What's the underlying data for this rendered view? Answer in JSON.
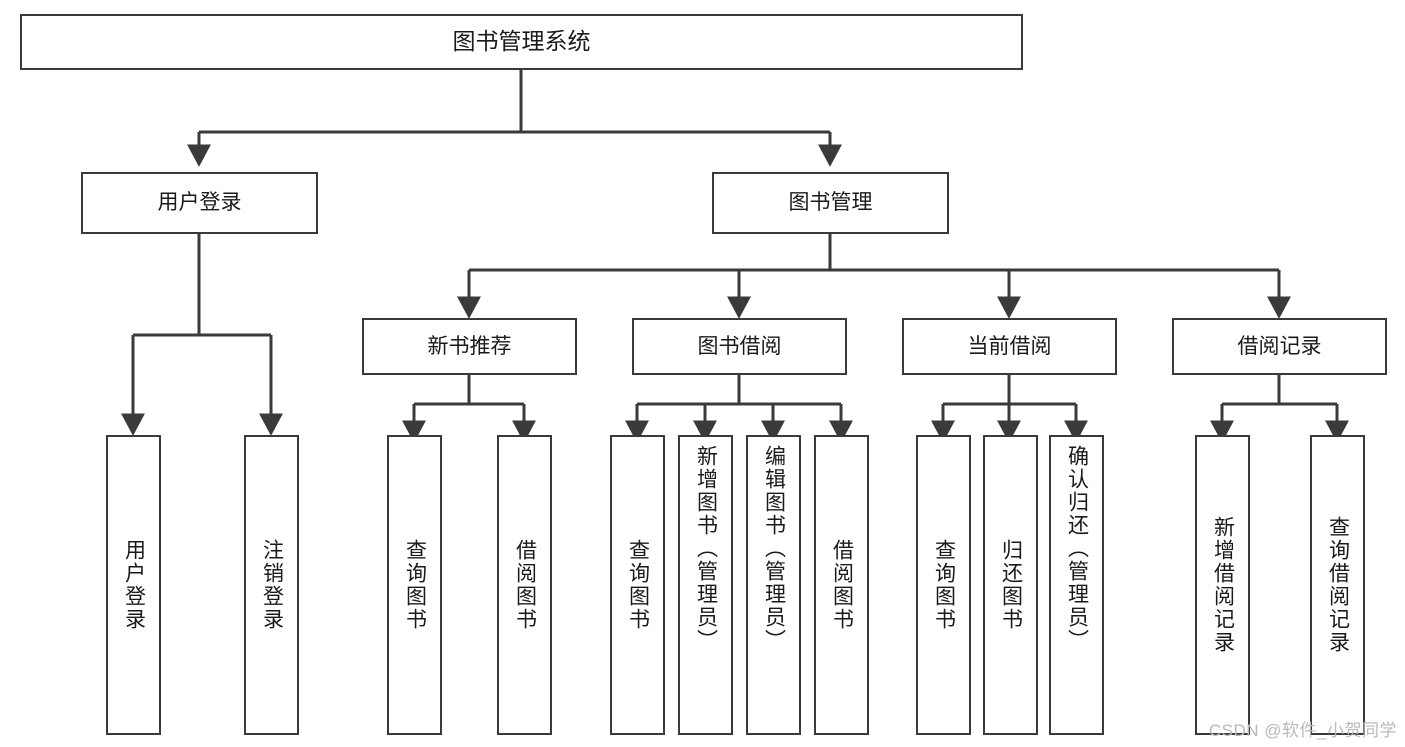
{
  "diagram": {
    "title": "图书管理系统",
    "type": "functional-structure-tree",
    "stroke_color": "#3a3a3a",
    "background_color": "#ffffff",
    "text_color": "#1a1a1a"
  },
  "nodes": {
    "root": {
      "label": "图书管理系统"
    },
    "level1": [
      {
        "id": "user-login",
        "label": "用户登录"
      },
      {
        "id": "book-management",
        "label": "图书管理"
      }
    ],
    "level2": [
      {
        "id": "new-book-recommend",
        "label": "新书推荐"
      },
      {
        "id": "book-borrow",
        "label": "图书借阅"
      },
      {
        "id": "current-borrow",
        "label": "当前借阅"
      },
      {
        "id": "borrow-record",
        "label": "借阅记录"
      }
    ],
    "leaves": {
      "user_login": [
        {
          "id": "leaf-user-login",
          "label": "用户登录"
        },
        {
          "id": "leaf-logout",
          "label": "注销登录"
        }
      ],
      "new_book_recommend": [
        {
          "id": "leaf-query-book-1",
          "label": "查询图书"
        },
        {
          "id": "leaf-borrow-book-1",
          "label": "借阅图书"
        }
      ],
      "book_borrow": [
        {
          "id": "leaf-query-book-2",
          "label": "查询图书"
        },
        {
          "id": "leaf-add-book",
          "label": "新增图书（管理员）"
        },
        {
          "id": "leaf-edit-book",
          "label": "编辑图书（管理员）"
        },
        {
          "id": "leaf-borrow-book-2",
          "label": "借阅图书"
        }
      ],
      "current_borrow": [
        {
          "id": "leaf-query-book-3",
          "label": "查询图书"
        },
        {
          "id": "leaf-return-book",
          "label": "归还图书"
        },
        {
          "id": "leaf-confirm-return",
          "label": "确认归还（管理员）"
        }
      ],
      "borrow_record": [
        {
          "id": "leaf-add-record",
          "label": "新增借阅记录"
        },
        {
          "id": "leaf-query-record",
          "label": "查询借阅记录"
        }
      ]
    }
  },
  "watermark": {
    "text": "CSDN @软件_小贺同学"
  }
}
